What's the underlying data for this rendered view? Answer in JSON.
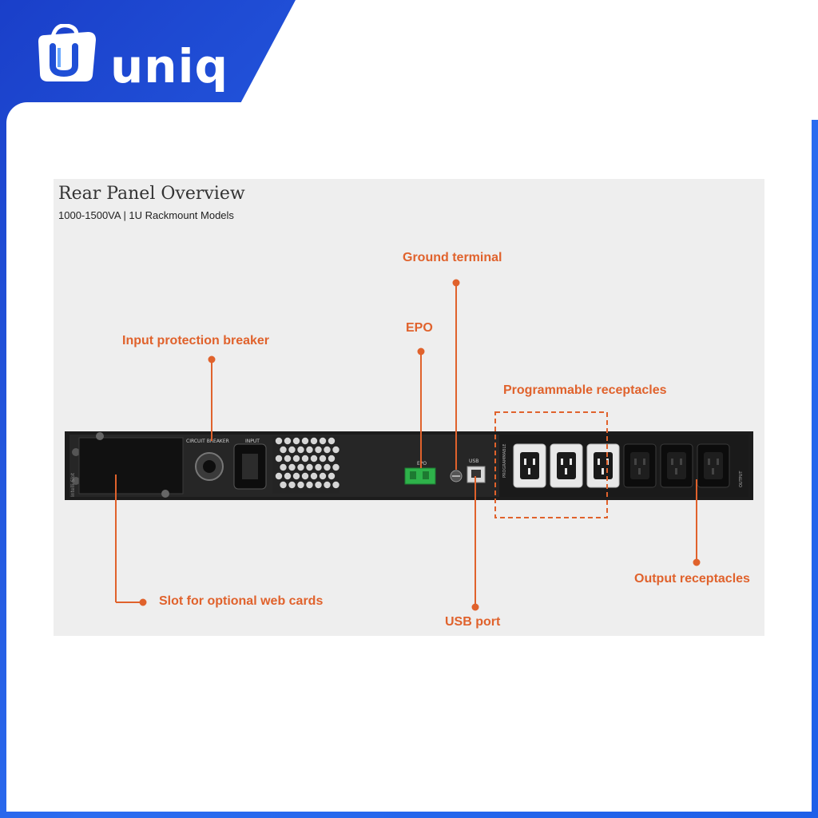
{
  "brand": {
    "name": "uniq",
    "color": "#1f4fd6"
  },
  "diagram": {
    "title": "Rear Panel Overview",
    "subtitle": "1000-1500VA | 1U Rackmount Models",
    "accent_color": "#e0622c",
    "callouts": {
      "ground_terminal": "Ground terminal",
      "epo": "EPO",
      "input_breaker": "Input protection breaker",
      "programmable": "Programmable receptacles",
      "web_slot": "Slot for optional web cards",
      "output": "Output receptacles",
      "usb": "USB port"
    },
    "panel_text": {
      "circuit_breaker": "CIRCUIT BREAKER",
      "input": "INPUT",
      "epo": "EPO",
      "usb": "USB",
      "group_prog": "PROGRAMMABLE",
      "group_output": "OUTPUT",
      "slot": "Intelli Slot"
    },
    "programmable_count": 3,
    "output_count": 3
  }
}
